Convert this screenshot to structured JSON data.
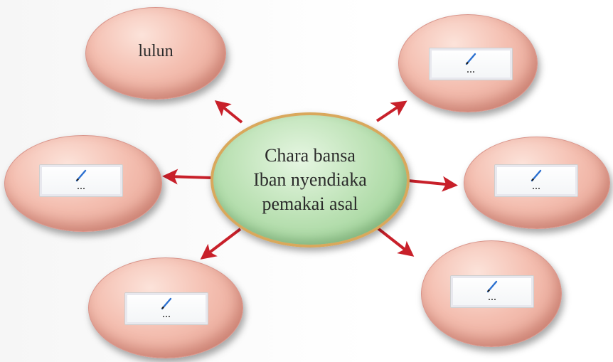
{
  "center": {
    "text": "Chara bansa\nIban nyendiaka\npemakai asal"
  },
  "nodes": [
    {
      "id": "top-left",
      "text": "lulun",
      "filled": true
    },
    {
      "id": "top-right",
      "text": "...",
      "filled": false
    },
    {
      "id": "mid-left",
      "text": "...",
      "filled": false
    },
    {
      "id": "mid-right",
      "text": "...",
      "filled": false
    },
    {
      "id": "bottom-left",
      "text": "...",
      "filled": false
    },
    {
      "id": "bottom-right",
      "text": "...",
      "filled": false
    }
  ],
  "colors": {
    "arrow": "#c8202a",
    "outer_oval": "#f4bfb1",
    "center_oval": "#bfe3b8",
    "center_border": "#d9a85c"
  },
  "icons": {
    "answer_box": "pen-icon"
  }
}
